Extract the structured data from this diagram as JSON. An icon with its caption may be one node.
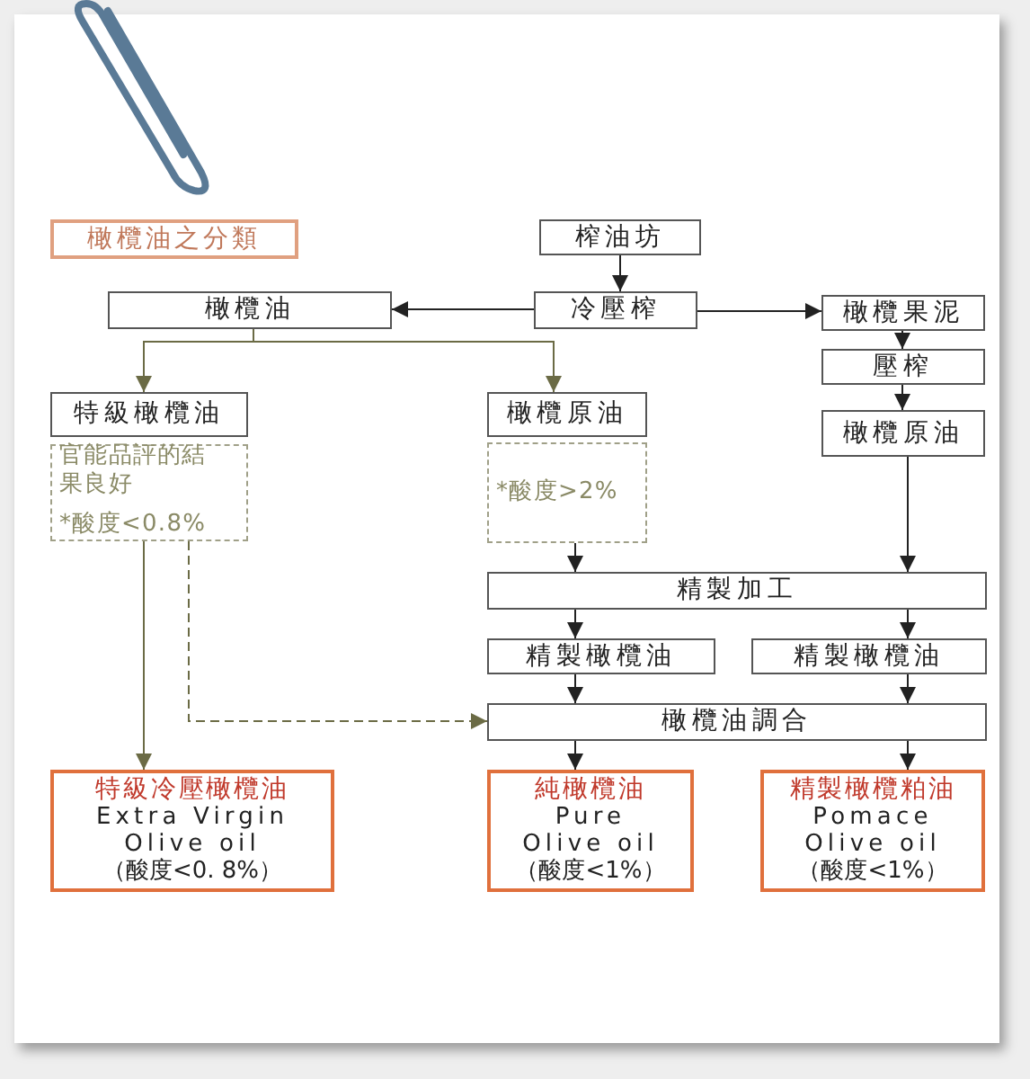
{
  "diagram": {
    "title": "橄欖油之分類",
    "nodes": [
      {
        "text": [
          "榨油坊"
        ]
      },
      {
        "text": [
          "冷壓榨"
        ]
      },
      {
        "text": [
          "橄欖油"
        ]
      },
      {
        "text": [
          "橄欖果泥"
        ]
      },
      {
        "text": [
          "壓榨"
        ]
      },
      {
        "text": [
          "橄欖原油"
        ]
      },
      {
        "text": [
          "特級橄欖油"
        ]
      },
      {
        "text": [
          "官能品評的結果良好",
          "*酸度<0.8%"
        ]
      },
      {
        "text": [
          "橄欖原油"
        ]
      },
      {
        "text": [
          "*酸度>2%"
        ]
      },
      {
        "text": [
          "精製加工"
        ]
      },
      {
        "text": [
          "精製橄欖油"
        ]
      },
      {
        "text": [
          "精製橄欖油"
        ]
      },
      {
        "text": [
          "橄欖油調合"
        ]
      },
      {
        "text": [
          "特級冷壓橄欖油",
          "Extra Virgin Olive oil",
          "（酸度<0. 8%）"
        ]
      },
      {
        "text": [
          "純橄欖油",
          "Pure Olive oil",
          "（酸度<1%）"
        ]
      },
      {
        "text": [
          "精製橄欖粕油",
          "Pomace Olive oil",
          "（酸度<1%）"
        ]
      }
    ],
    "edges": [
      {
        "from": 0,
        "to": 1,
        "arrow": "to"
      },
      {
        "from": 1,
        "to": 2,
        "arrow": "to"
      },
      {
        "from": 1,
        "to": 3,
        "arrow": "to"
      },
      {
        "from": 3,
        "to": 4,
        "arrow": "to"
      },
      {
        "from": 4,
        "to": 5,
        "arrow": "to"
      },
      {
        "from": 2,
        "to": 6,
        "arrow": "to",
        "color": "#6b6b45"
      },
      {
        "from": 2,
        "to": 8,
        "arrow": "to",
        "color": "#6b6b45"
      },
      {
        "from": 7,
        "to": 14,
        "arrow": "to",
        "color": "#6b6b45"
      },
      {
        "from": 7,
        "to": 13,
        "arrow": "to",
        "style": "dashed",
        "color": "#6b6b45"
      },
      {
        "from": 9,
        "to": 10,
        "arrow": "to"
      },
      {
        "from": 5,
        "to": 10,
        "arrow": "to"
      },
      {
        "from": 10,
        "to": 11,
        "arrow": "to"
      },
      {
        "from": 10,
        "to": 12,
        "arrow": "to"
      },
      {
        "from": 11,
        "to": 13,
        "arrow": "to"
      },
      {
        "from": 12,
        "to": 13,
        "arrow": "to"
      },
      {
        "from": 13,
        "to": 15,
        "arrow": "to"
      },
      {
        "from": 13,
        "to": 16,
        "arrow": "to"
      }
    ]
  }
}
